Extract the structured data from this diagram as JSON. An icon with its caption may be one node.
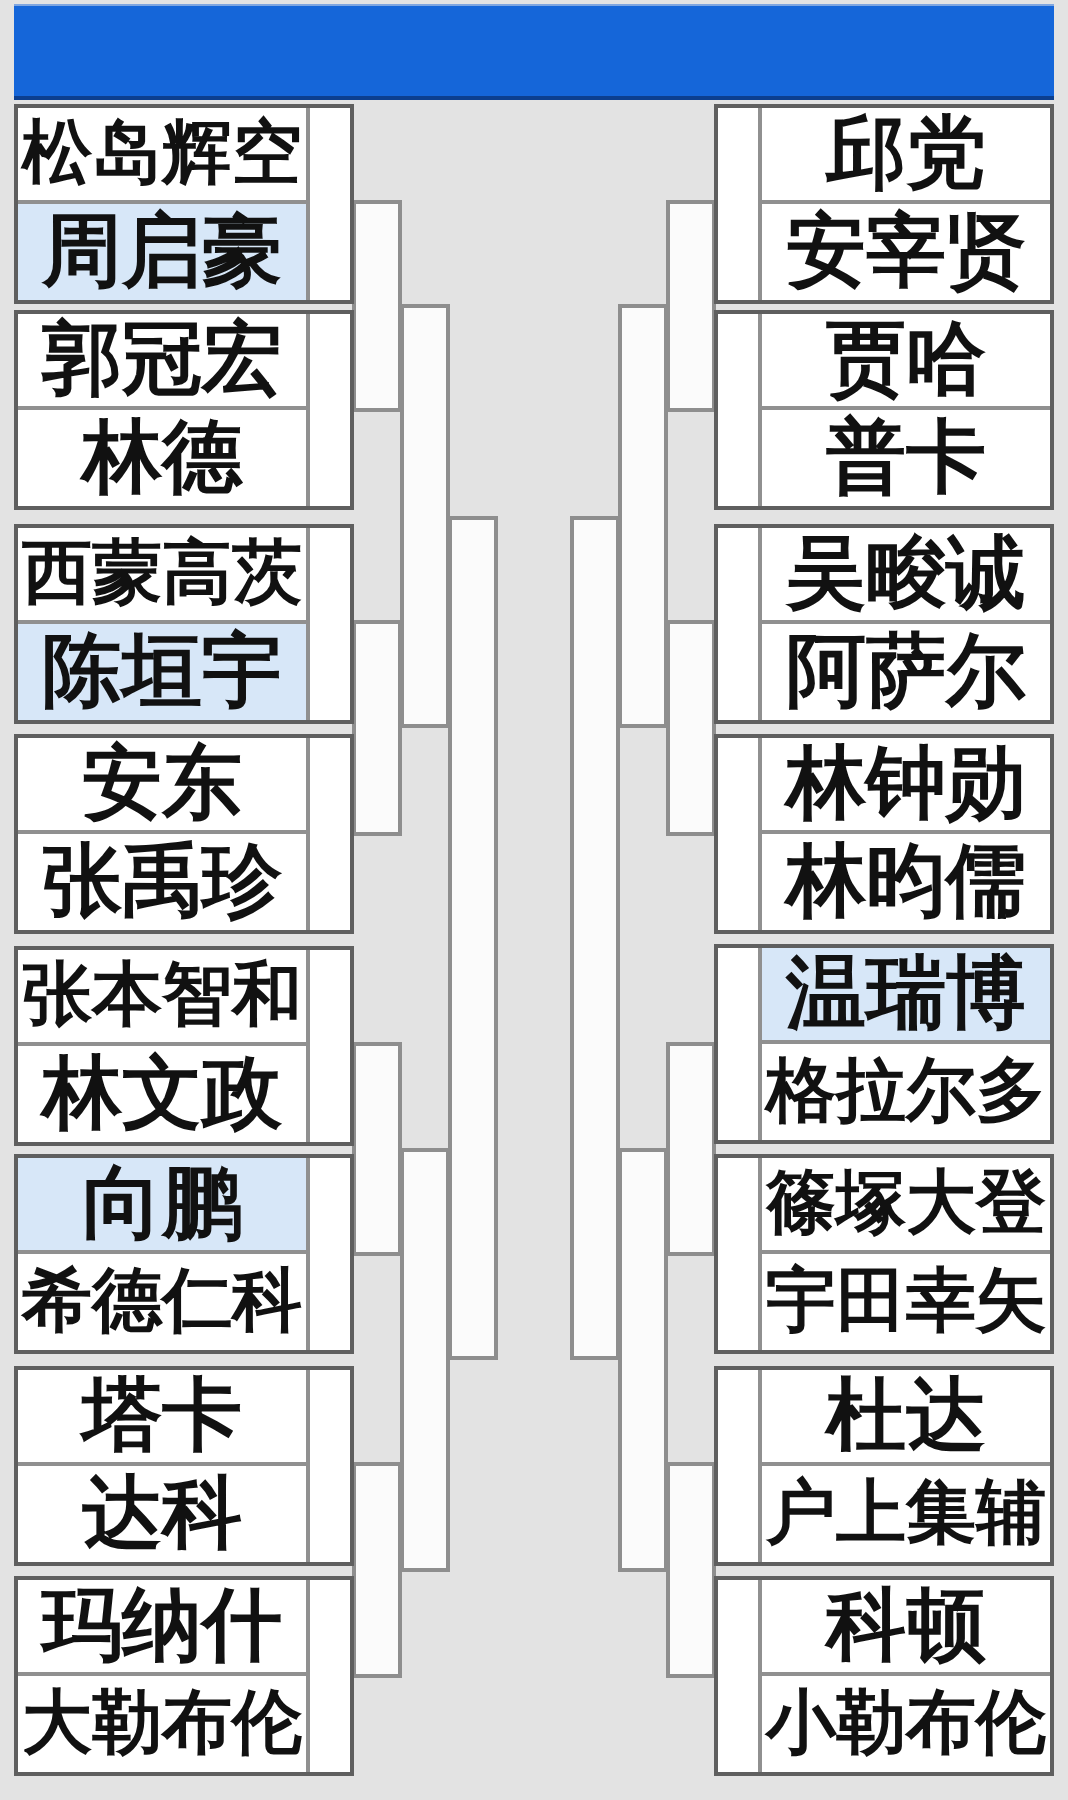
{
  "diagram": {
    "nodes": [
      {
        "text": [],
        "shape": "box"
      },
      {
        "text": [
          "松岛辉空"
        ],
        "in": 0
      },
      {
        "text": [
          "周启豪"
        ],
        "in": 0
      },
      {
        "text": [],
        "shape": "box"
      },
      {
        "text": [
          "郭冠宏"
        ],
        "in": 3
      },
      {
        "text": [
          "林德"
        ],
        "in": 3
      },
      {
        "text": [],
        "shape": "box"
      },
      {
        "text": [
          "西蒙高茨"
        ],
        "in": 6
      },
      {
        "text": [
          "陈垣宇"
        ],
        "in": 6
      },
      {
        "text": [],
        "shape": "box"
      },
      {
        "text": [
          "安东"
        ],
        "in": 9
      },
      {
        "text": [
          "张禹珍"
        ],
        "in": 9
      },
      {
        "text": [],
        "shape": "box"
      },
      {
        "text": [
          "张本智和"
        ],
        "in": 12
      },
      {
        "text": [
          "林文政"
        ],
        "in": 12
      },
      {
        "text": [],
        "shape": "box"
      },
      {
        "text": [
          "向鹏"
        ],
        "in": 15
      },
      {
        "text": [
          "希德仁科"
        ],
        "in": 15
      },
      {
        "text": [],
        "shape": "box"
      },
      {
        "text": [
          "塔卡"
        ],
        "in": 18
      },
      {
        "text": [
          "达科"
        ],
        "in": 18
      },
      {
        "text": [],
        "shape": "box"
      },
      {
        "text": [
          "玛纳什"
        ],
        "in": 21
      },
      {
        "text": [
          "大勒布伦"
        ],
        "in": 21
      },
      {
        "text": [],
        "shape": "box"
      },
      {
        "text": [
          "邱党"
        ],
        "in": 24
      },
      {
        "text": [
          "安宰贤"
        ],
        "in": 24
      },
      {
        "text": [],
        "shape": "box"
      },
      {
        "text": [
          "贾哈"
        ],
        "in": 27
      },
      {
        "text": [
          "普卡"
        ],
        "in": 27
      },
      {
        "text": [],
        "shape": "box"
      },
      {
        "text": [
          "吴畯诚"
        ],
        "in": 30
      },
      {
        "text": [
          "阿萨尔"
        ],
        "in": 30
      },
      {
        "text": [],
        "shape": "box"
      },
      {
        "text": [
          "林钟勋"
        ],
        "in": 33
      },
      {
        "text": [
          "林昀儒"
        ],
        "in": 33
      },
      {
        "text": [],
        "shape": "box"
      },
      {
        "text": [
          "温瑞博"
        ],
        "in": 36
      },
      {
        "text": [
          "格拉尔多"
        ],
        "in": 36
      },
      {
        "text": [],
        "shape": "box"
      },
      {
        "text": [
          "篠塚大登"
        ],
        "in": 39
      },
      {
        "text": [
          "宇田幸矢"
        ],
        "in": 39
      },
      {
        "text": [],
        "shape": "box"
      },
      {
        "text": [
          "杜达"
        ],
        "in": 42
      },
      {
        "text": [
          "户上集辅"
        ],
        "in": 42
      },
      {
        "text": [],
        "shape": "box"
      },
      {
        "text": [
          "科顿"
        ],
        "in": 45
      },
      {
        "text": [
          "小勒布伦"
        ],
        "in": 45
      },
      {
        "text": [],
        "shape": "bar"
      },
      {
        "text": [],
        "shape": "bar"
      },
      {
        "text": [],
        "shape": "bar"
      },
      {
        "text": [],
        "shape": "bar"
      },
      {
        "text": [],
        "shape": "bar"
      },
      {
        "text": [],
        "shape": "bar"
      },
      {
        "text": [],
        "shape": "bar"
      },
      {
        "text": [],
        "shape": "bar"
      },
      {
        "text": [],
        "shape": "bar"
      },
      {
        "text": [],
        "shape": "bar"
      },
      {
        "text": [],
        "shape": "bar"
      },
      {
        "text": [],
        "shape": "bar"
      },
      {
        "text": [],
        "shape": "bar"
      },
      {
        "text": [],
        "shape": "bar"
      }
    ]
  }
}
